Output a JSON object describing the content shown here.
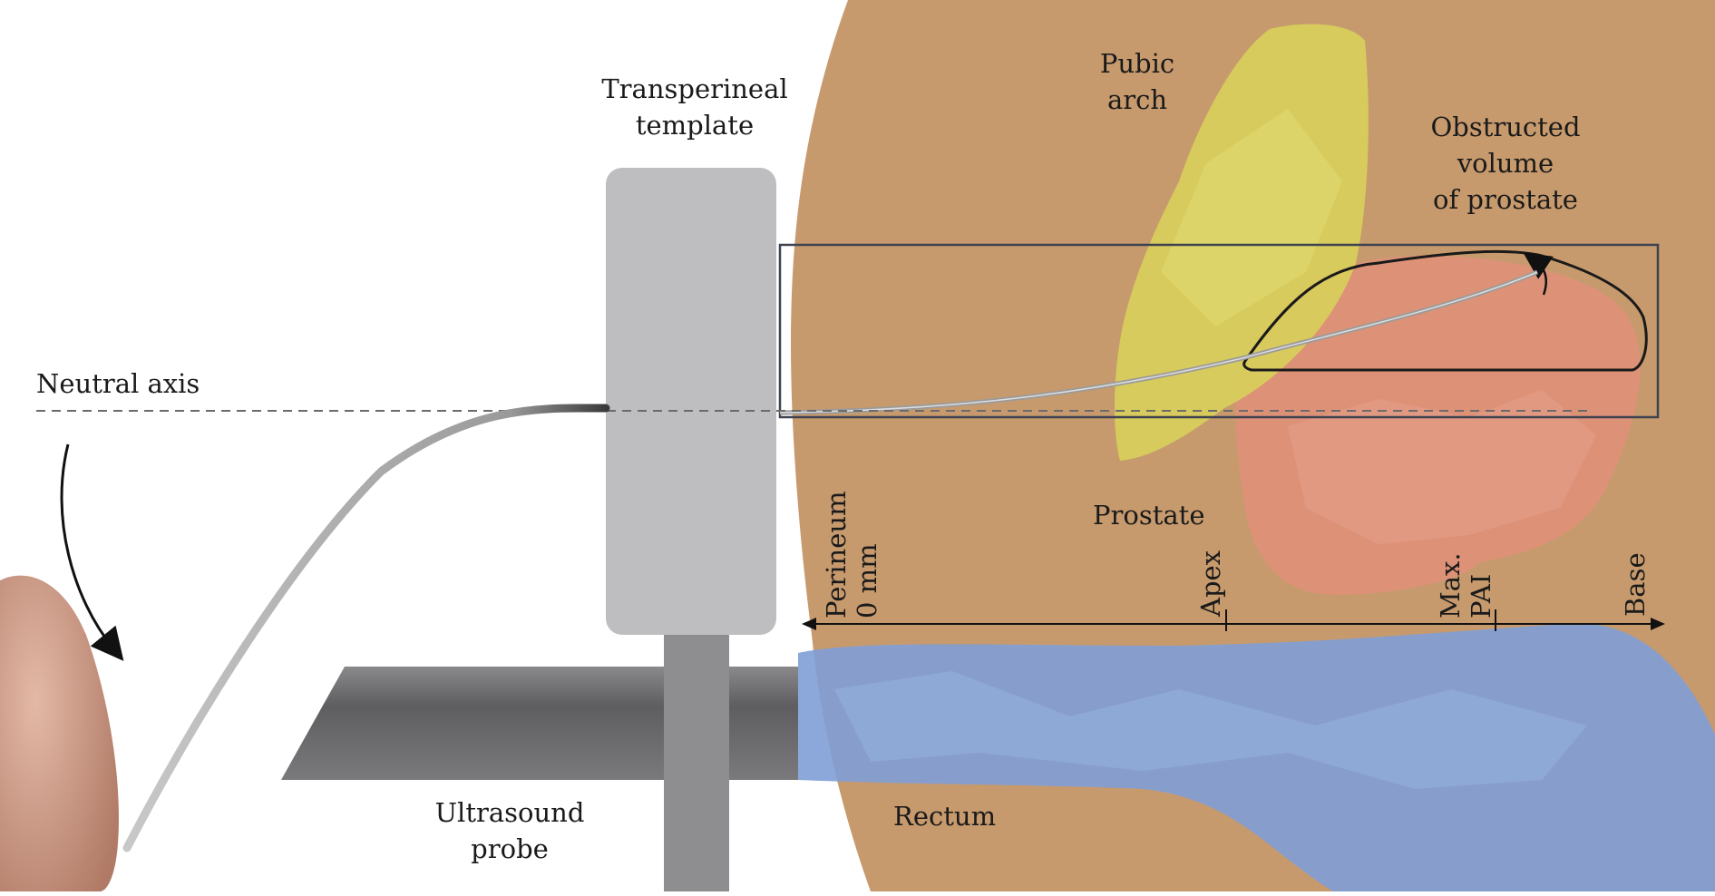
{
  "labels": {
    "neutral_axis": "Neutral axis",
    "template": "Transperineal\ntemplate",
    "pubic_arch": "Pubic\narch",
    "obstructed": "Obstructed\nvolume\nof prostate",
    "prostate": "Prostate",
    "ultrasound": "Ultrasound\nprobe",
    "rectum": "Rectum",
    "perineum": "Perineum\n0 mm",
    "apex": "Apex",
    "max_pai": "Max.\nPAI",
    "base": "Base"
  },
  "colors": {
    "tissue": "#c79a6d",
    "pubic_arch": "#d8d25a",
    "prostate": "#e0907a",
    "rectum": "#7f9fd6",
    "template": "#bebdc0",
    "probe": "#6b6b6d",
    "needle": "#9a9a9a"
  },
  "icons": {
    "hand": "hand-icon",
    "bend_arrow": "curved-arrow-icon",
    "rotate_arrow": "rotation-arrow-icon"
  }
}
